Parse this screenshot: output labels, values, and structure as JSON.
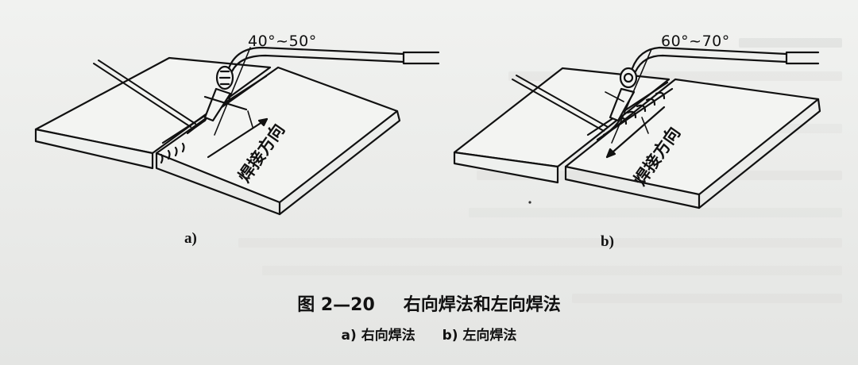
{
  "figure": {
    "number": "图 2—20",
    "title": "右向焊法和左向焊法",
    "subcaptions": [
      {
        "key": "a)",
        "text": "右向焊法"
      },
      {
        "key": "b)",
        "text": "左向焊法"
      }
    ]
  },
  "panels": [
    {
      "id": "a",
      "label": "a)",
      "torch_angle": "40°~50°",
      "direction_label": "焊接方向",
      "arrow_direction": "right"
    },
    {
      "id": "b",
      "label": "b)",
      "torch_angle": "60°~70°",
      "direction_label": "焊接方向",
      "arrow_direction": "left"
    }
  ],
  "colors": {
    "paper": "#eaebe9",
    "ink": "#111111"
  }
}
